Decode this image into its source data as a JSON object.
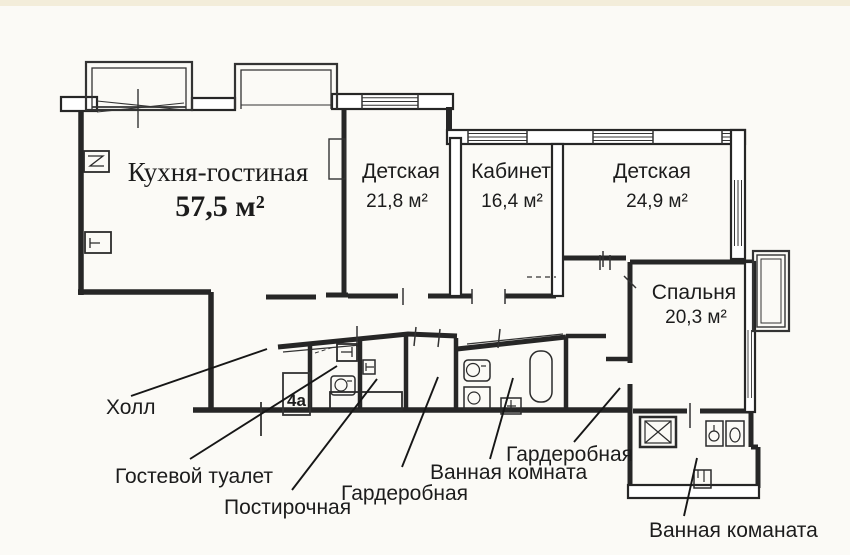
{
  "colors": {
    "background": "#fbfaf6",
    "wall": "#262626",
    "text": "#1c1c1c"
  },
  "rooms": [
    {
      "id": "kitchen-living",
      "name": "Кухня-гостиная",
      "area": "57,5 м²"
    },
    {
      "id": "children-1",
      "name": "Детская",
      "area": "21,8 м²"
    },
    {
      "id": "study",
      "name": "Кабинет",
      "area": "16,4 м²"
    },
    {
      "id": "children-2",
      "name": "Детская",
      "area": "24,9 м²"
    },
    {
      "id": "bedroom",
      "name": "Спальня",
      "area": "20,3 м²"
    }
  ],
  "callouts": [
    {
      "id": "hall",
      "label": "Холл"
    },
    {
      "id": "guest-wc",
      "label": "Гостевой туалет"
    },
    {
      "id": "laundry",
      "label": "Постирочная"
    },
    {
      "id": "wardrobe-1",
      "label": "Гардеробная"
    },
    {
      "id": "bathroom-1",
      "label": "Ванная комната"
    },
    {
      "id": "wardrobe-2",
      "label": "Гардеробная"
    },
    {
      "id": "bathroom-2",
      "label": "Ванная команата"
    }
  ],
  "unit_number": "4а"
}
